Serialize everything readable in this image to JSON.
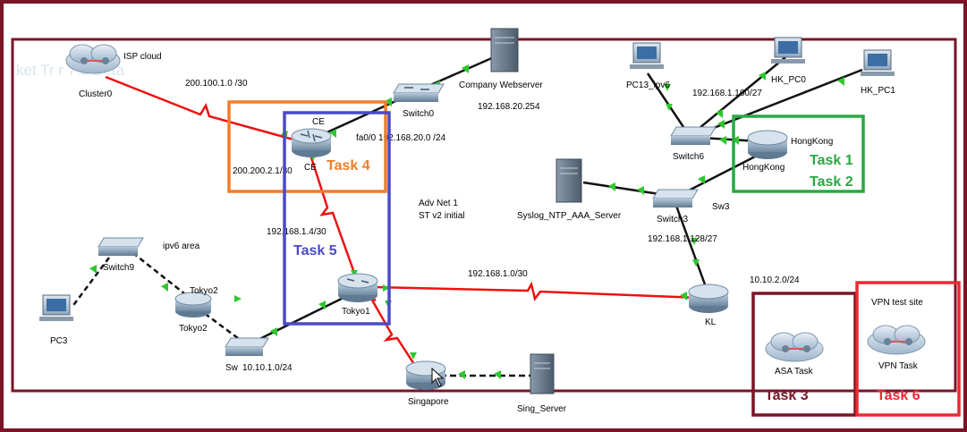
{
  "watermark": "ket Tr    r 7.0 Beta",
  "colors": {
    "frame": "#7a1426",
    "serial_link": "#ee1111",
    "ethernet_link": "#111111",
    "link_up": "#2ec82e",
    "task4": "#f07d2a",
    "task5": "#4a4ac6",
    "task12": "#2aa843",
    "task3": "#7a1426",
    "task6": "#e82a35"
  },
  "devices": {
    "cluster0": "Cluster0",
    "isp_cloud": "ISP cloud",
    "ce_top": "CE",
    "ce": "CE",
    "switch0": "Switch0",
    "company_webserver": "Company Webserver",
    "switch9": "Switch9",
    "tokyo2_top": "Tokyo2",
    "tokyo2": "Tokyo2",
    "pc3": "PC3",
    "sw": "Sw",
    "tokyo1": "Tokyo1",
    "singapore": "Singapore",
    "sing_server": "Sing_Server",
    "pc13_ipv6": "PC13_ipv6",
    "hk_pc0": "HK_PC0",
    "hk_pc1": "HK_PC1",
    "switch6": "Switch6",
    "hongkong_top": "HongKong",
    "hongkong": "HongKong",
    "syslog_server": "Syslog_NTP_AAA_Server",
    "switch3": "Switch3",
    "sw3": "Sw3",
    "kl": "KL",
    "asa_task": "ASA Task",
    "vpn_task": "VPN Task",
    "vpn_test_site": "VPN test site"
  },
  "network_labels": {
    "isp_link": "200.100.1.0 /30",
    "ce_fa0": "fa0/0  192.168.20.0 /24",
    "ce_serial": "200.200.2.1/30",
    "webserver_net": "192.168.20.254",
    "ce_tokyo1": "192.168.1.4/30",
    "tokyo1_kl": "192.168.1.0/30",
    "tokyo_lan": "10.10.1.0/24",
    "hk_lan": "192.168.1.160/27",
    "sw3_lan": "192.168.1.128/27",
    "kl_lan": "10.10.2.0/24",
    "ipv6_area": "ipv6  area",
    "note_line1": "Adv Net 1",
    "note_line2": "ST v2 initial"
  },
  "tasks": {
    "task1": "Task 1",
    "task2": "Task 2",
    "task3": "Task 3",
    "task4": "Task 4",
    "task5": "Task 5",
    "task6": "Task 6"
  }
}
